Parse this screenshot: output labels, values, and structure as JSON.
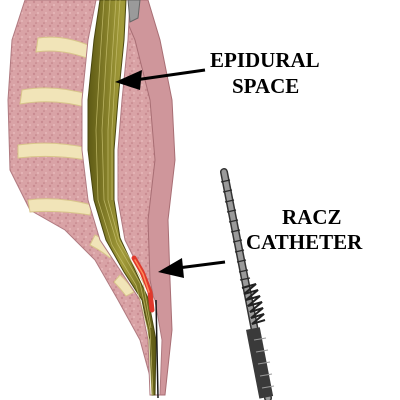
{
  "labels": {
    "epidural_line1": "EPIDURAL",
    "epidural_line2": "SPACE",
    "racz_line1": "RACZ",
    "racz_line2": "CATHETER"
  },
  "colors": {
    "bone_pink": "#d9a3a6",
    "bone_texture": "#c98c92",
    "disc": "#f1e4b8",
    "epidural_space": "#8f8a2a",
    "epidural_dark": "#6b661c",
    "catheter_red": "#e0382b",
    "catheter_gray": "#7a7a7a",
    "arrow": "#000000",
    "text": "#000000"
  }
}
